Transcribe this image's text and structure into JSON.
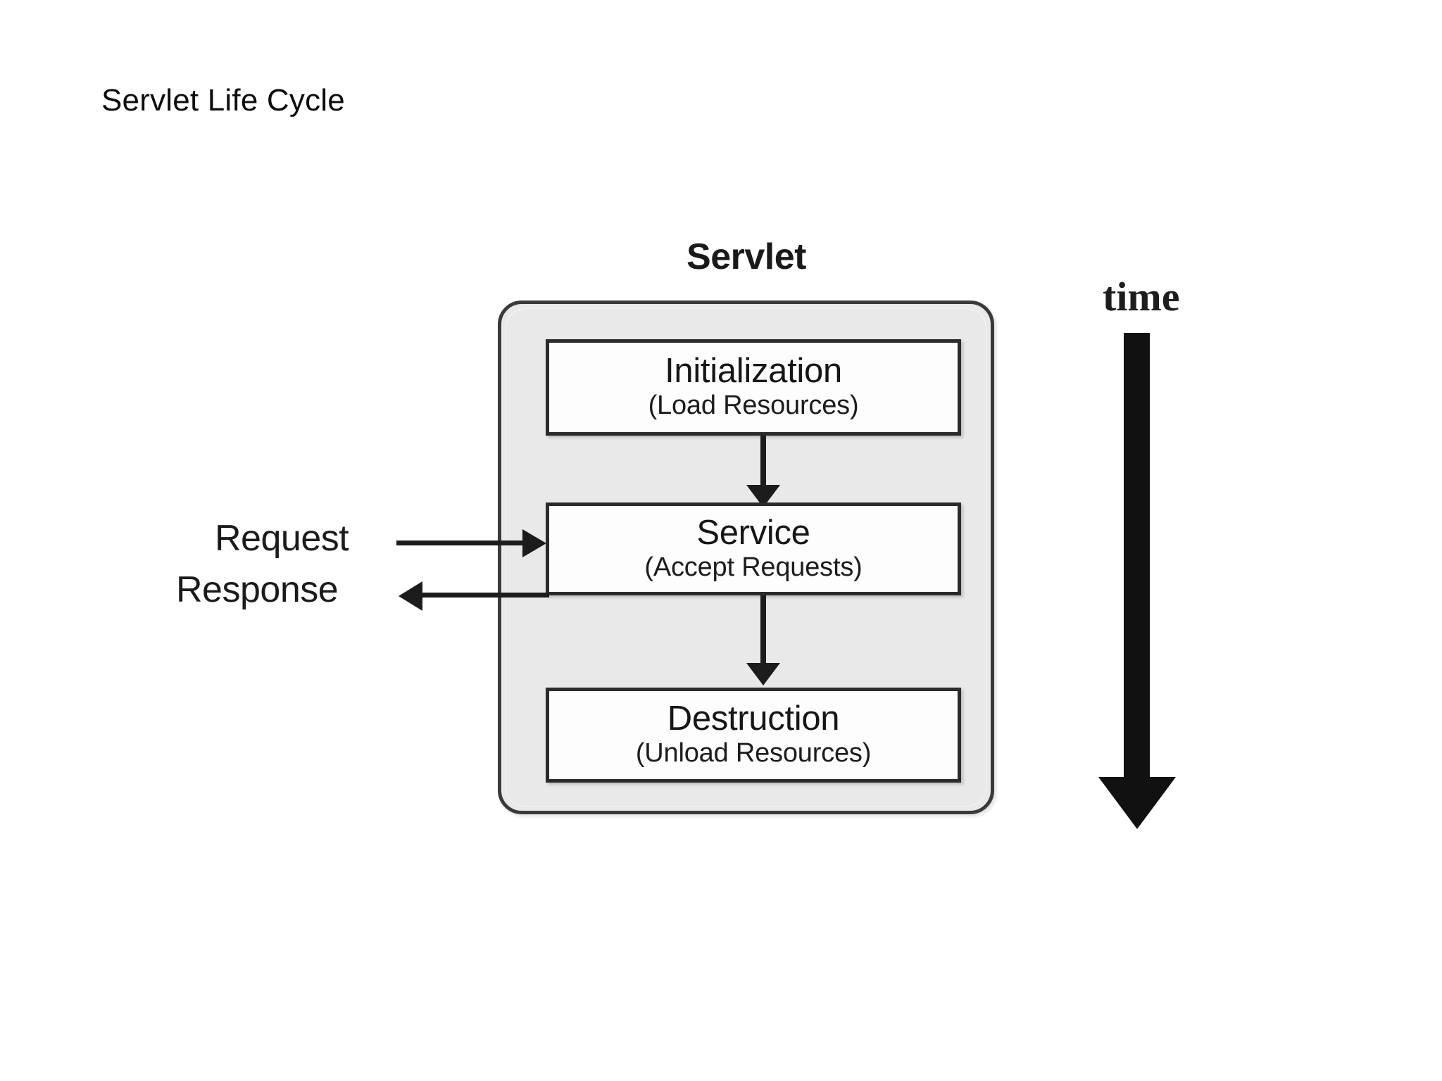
{
  "slide": {
    "title": "Servlet Life Cycle",
    "background_color": "#ffffff"
  },
  "diagram": {
    "type": "flowchart",
    "container_label": "Servlet",
    "container_fill": "#e9e9e9",
    "container_border_color": "#3a3a3a",
    "box_fill": "#fdfdfd",
    "box_border_color": "#2b2b2b",
    "line_color": "#1c1c1c",
    "phases": [
      {
        "id": "initialization",
        "title": "Initialization",
        "subtitle": "(Load Resources)",
        "order": 1
      },
      {
        "id": "service",
        "title": "Service",
        "subtitle": "(Accept Requests)",
        "order": 2
      },
      {
        "id": "destruction",
        "title": "Destruction",
        "subtitle": "(Unload Resources)",
        "order": 3
      }
    ],
    "connectors": [
      {
        "from": "initialization",
        "to": "service",
        "direction": "down"
      },
      {
        "from": "service",
        "to": "destruction",
        "direction": "down"
      }
    ],
    "io_flows": [
      {
        "label": "Request",
        "direction": "in",
        "target": "service"
      },
      {
        "label": "Response",
        "direction": "out",
        "source": "service"
      }
    ],
    "time_axis": {
      "label": "time",
      "direction": "down",
      "color": "#111111"
    }
  }
}
